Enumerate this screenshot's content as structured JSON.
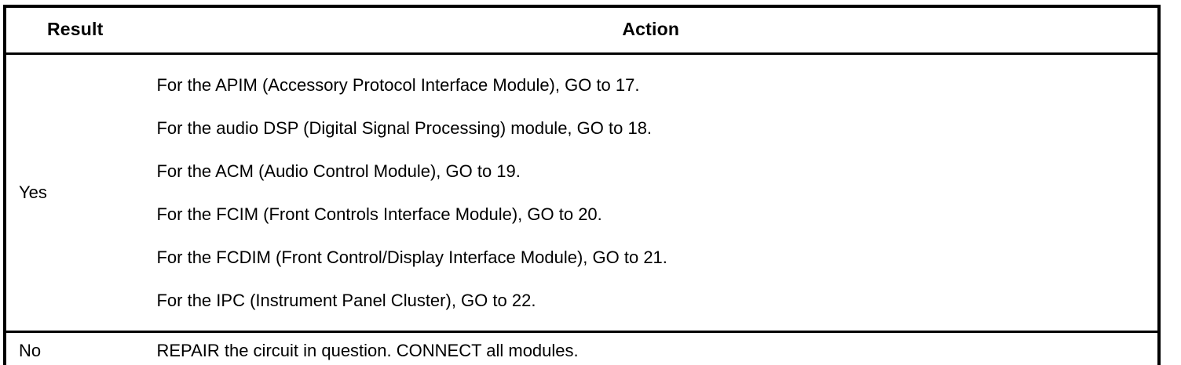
{
  "table": {
    "headers": {
      "result": "Result",
      "action": "Action"
    },
    "rows": [
      {
        "result": "Yes",
        "actions": [
          "For the APIM (Accessory Protocol Interface Module), GO to 17.",
          "For the audio DSP (Digital Signal Processing) module, GO to 18.",
          "For the ACM (Audio Control Module), GO to 19.",
          "For the FCIM (Front Controls Interface Module), GO to 20.",
          "For the FCDIM (Front Control/Display Interface Module), GO to 21.",
          "For the IPC (Instrument Panel Cluster), GO to 22."
        ]
      },
      {
        "result": "No",
        "actions": [
          "REPAIR the circuit in question. CONNECT all modules."
        ]
      }
    ]
  },
  "colors": {
    "border": "#000000",
    "text": "#000000",
    "background": "#ffffff"
  }
}
